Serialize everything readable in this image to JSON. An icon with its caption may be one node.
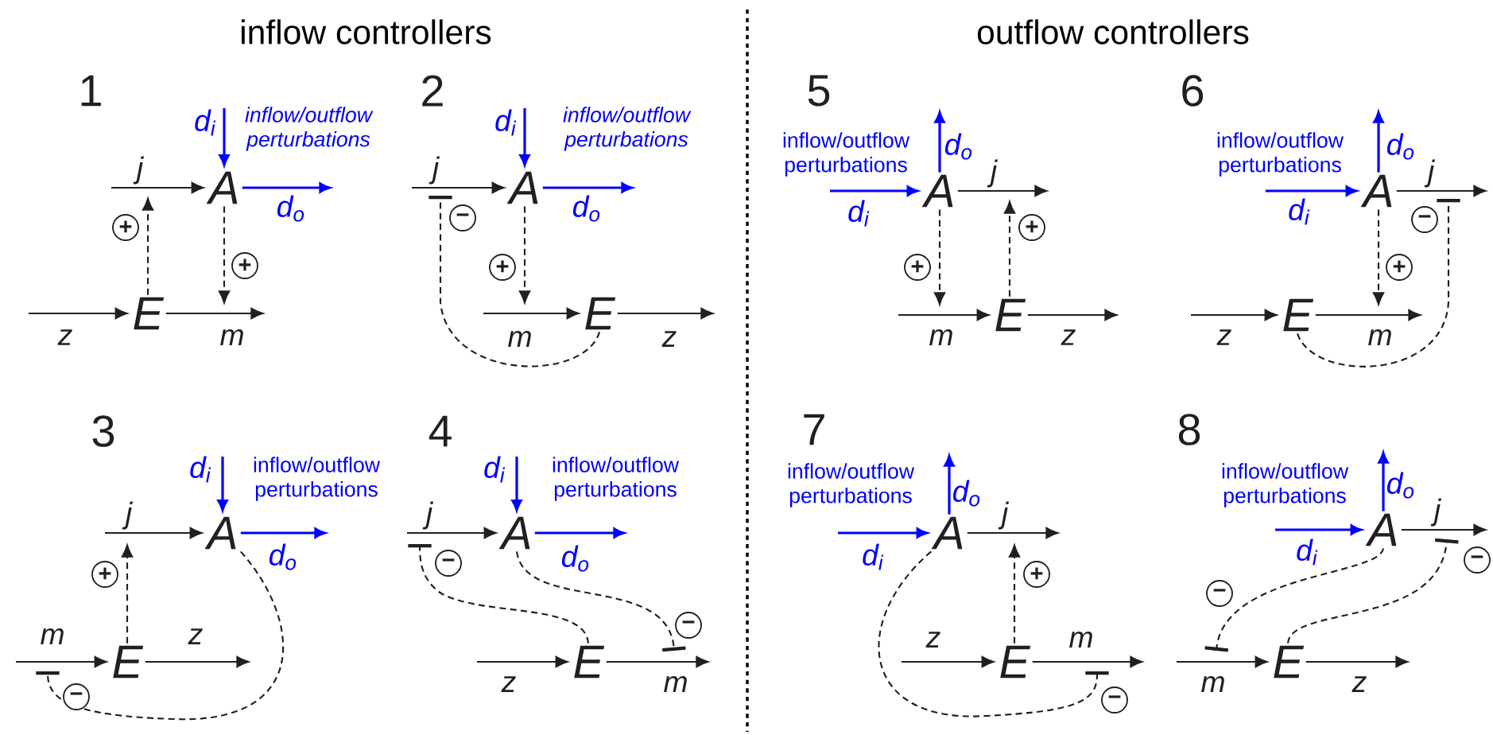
{
  "diagram": {
    "nodes": [
      {
        "text": [
          "A"
        ]
      },
      {
        "text": [
          "E"
        ]
      },
      {
        "text": [
          "A"
        ]
      },
      {
        "text": [
          "E"
        ]
      },
      {
        "text": [
          "A"
        ]
      },
      {
        "text": [
          "E"
        ]
      },
      {
        "text": [
          "A"
        ]
      },
      {
        "text": [
          "E"
        ]
      },
      {
        "text": [
          "A"
        ]
      },
      {
        "text": [
          "E"
        ]
      },
      {
        "text": [
          "A"
        ]
      },
      {
        "text": [
          "E"
        ]
      },
      {
        "text": [
          "A"
        ]
      },
      {
        "text": [
          "E"
        ]
      },
      {
        "text": [
          "A"
        ]
      },
      {
        "text": [
          "E"
        ]
      }
    ],
    "edges": [
      {
        "from": null,
        "to": 0,
        "arrow": "to",
        "label": "d$_{i}$",
        "color": "#0000ff"
      },
      {
        "from": 0,
        "to": null,
        "arrow": "to",
        "label": "d$_{o}$",
        "color": "#0000ff"
      },
      {
        "from": null,
        "to": 0,
        "arrow": "to",
        "label": "j"
      },
      {
        "from": null,
        "to": 1,
        "arrow": "to",
        "label": "z"
      },
      {
        "from": 1,
        "to": null,
        "arrow": "to",
        "label": "m"
      },
      {
        "from": 1,
        "to": null,
        "arrow": "to",
        "label": "+",
        "style": "dashed"
      },
      {
        "from": 0,
        "to": null,
        "arrow": "to",
        "label": "+",
        "style": "dashed"
      },
      {
        "from": null,
        "to": 2,
        "arrow": "to",
        "label": "d$_{i}$",
        "color": "#0000ff"
      },
      {
        "from": 2,
        "to": null,
        "arrow": "to",
        "label": "d$_{o}$",
        "color": "#0000ff"
      },
      {
        "from": null,
        "to": 2,
        "arrow": "to",
        "label": "j"
      },
      {
        "from": 3,
        "to": null,
        "arrow": "to",
        "label": "z"
      },
      {
        "from": null,
        "to": 3,
        "arrow": "to",
        "label": "m"
      },
      {
        "from": 2,
        "to": null,
        "arrow": "to",
        "label": "+",
        "style": "dashed"
      },
      {
        "from": 3,
        "to": null,
        "arrow": "other",
        "label": "−",
        "style": "dashed"
      },
      {
        "from": null,
        "to": 4,
        "arrow": "to",
        "label": "d$_{i}$",
        "color": "#0000ff"
      },
      {
        "from": 4,
        "to": null,
        "arrow": "to",
        "label": "d$_{o}$",
        "color": "#0000ff"
      },
      {
        "from": 4,
        "to": null,
        "arrow": "to",
        "label": "j"
      },
      {
        "from": 5,
        "to": null,
        "arrow": "to",
        "label": "z"
      },
      {
        "from": null,
        "to": 5,
        "arrow": "to",
        "label": "m"
      },
      {
        "from": 4,
        "to": null,
        "arrow": "to",
        "label": "+",
        "style": "dashed"
      },
      {
        "from": 5,
        "to": null,
        "arrow": "to",
        "label": "+",
        "style": "dashed"
      },
      {
        "from": null,
        "to": 6,
        "arrow": "to",
        "label": "d$_{i}$",
        "color": "#0000ff"
      },
      {
        "from": 6,
        "to": null,
        "arrow": "to",
        "label": "d$_{o}$",
        "color": "#0000ff"
      },
      {
        "from": 6,
        "to": null,
        "arrow": "to",
        "label": "j"
      },
      {
        "from": null,
        "to": 7,
        "arrow": "to",
        "label": "z"
      },
      {
        "from": 7,
        "to": null,
        "arrow": "to",
        "label": "m"
      },
      {
        "from": 6,
        "to": null,
        "arrow": "to",
        "label": "+",
        "style": "dashed"
      },
      {
        "from": 7,
        "to": null,
        "arrow": "other",
        "label": "−",
        "style": "dashed"
      },
      {
        "from": null,
        "to": 8,
        "arrow": "to",
        "label": "d$_{i}$",
        "color": "#0000ff"
      },
      {
        "from": 8,
        "to": null,
        "arrow": "to",
        "label": "d$_{o}$",
        "color": "#0000ff"
      },
      {
        "from": null,
        "to": 8,
        "arrow": "to",
        "label": "j"
      },
      {
        "from": 9,
        "to": null,
        "arrow": "to",
        "label": "z"
      },
      {
        "from": null,
        "to": 9,
        "arrow": "to",
        "label": "m"
      },
      {
        "from": 9,
        "to": null,
        "arrow": "to",
        "label": "+",
        "style": "dashed"
      },
      {
        "from": 8,
        "to": null,
        "arrow": "other",
        "label": "−",
        "style": "dashed"
      },
      {
        "from": null,
        "to": 10,
        "arrow": "to",
        "label": "d$_{i}$",
        "color": "#0000ff"
      },
      {
        "from": 10,
        "to": null,
        "arrow": "to",
        "label": "d$_{o}$",
        "color": "#0000ff"
      },
      {
        "from": null,
        "to": 10,
        "arrow": "to",
        "label": "j"
      },
      {
        "from": null,
        "to": 11,
        "arrow": "to",
        "label": "z"
      },
      {
        "from": 11,
        "to": null,
        "arrow": "to",
        "label": "m"
      },
      {
        "from": 11,
        "to": null,
        "arrow": "other",
        "label": "−",
        "style": "dashed"
      },
      {
        "from": 10,
        "to": null,
        "arrow": "other",
        "label": "−",
        "style": "dashed"
      },
      {
        "from": null,
        "to": 12,
        "arrow": "to",
        "label": "d$_{i}$",
        "color": "#0000ff"
      },
      {
        "from": 12,
        "to": null,
        "arrow": "to",
        "label": "d$_{o}$",
        "color": "#0000ff"
      },
      {
        "from": 12,
        "to": null,
        "arrow": "to",
        "label": "j"
      },
      {
        "from": null,
        "to": 13,
        "arrow": "to",
        "label": "z"
      },
      {
        "from": 13,
        "to": null,
        "arrow": "to",
        "label": "m"
      },
      {
        "from": 13,
        "to": null,
        "arrow": "to",
        "label": "+",
        "style": "dashed"
      },
      {
        "from": 12,
        "to": null,
        "arrow": "other",
        "label": "−",
        "style": "dashed"
      },
      {
        "from": null,
        "to": 14,
        "arrow": "to",
        "label": "d$_{i}$",
        "color": "#0000ff"
      },
      {
        "from": 14,
        "to": null,
        "arrow": "to",
        "label": "d$_{o}$",
        "color": "#0000ff"
      },
      {
        "from": 14,
        "to": null,
        "arrow": "to",
        "label": "j"
      },
      {
        "from": 15,
        "to": null,
        "arrow": "to",
        "label": "z"
      },
      {
        "from": null,
        "to": 15,
        "arrow": "to",
        "label": "m"
      },
      {
        "from": 15,
        "to": null,
        "arrow": "other",
        "label": "−",
        "style": "dashed"
      },
      {
        "from": 14,
        "to": null,
        "arrow": "other",
        "label": "−",
        "style": "dashed"
      }
    ],
    "labels": [
      "inflow controllers",
      "outflow controllers",
      "1",
      "inflow/outflow perturbations",
      "2",
      "inflow/outflow perturbations",
      "5",
      "inflow/outflow perturbations",
      "6",
      "inflow/outflow perturbations",
      "3",
      "inflow/outflow perturbations",
      "4",
      "inflow/outflow perturbations",
      "7",
      "inflow/outflow perturbations",
      "8",
      "inflow/outflow perturbations"
    ]
  }
}
